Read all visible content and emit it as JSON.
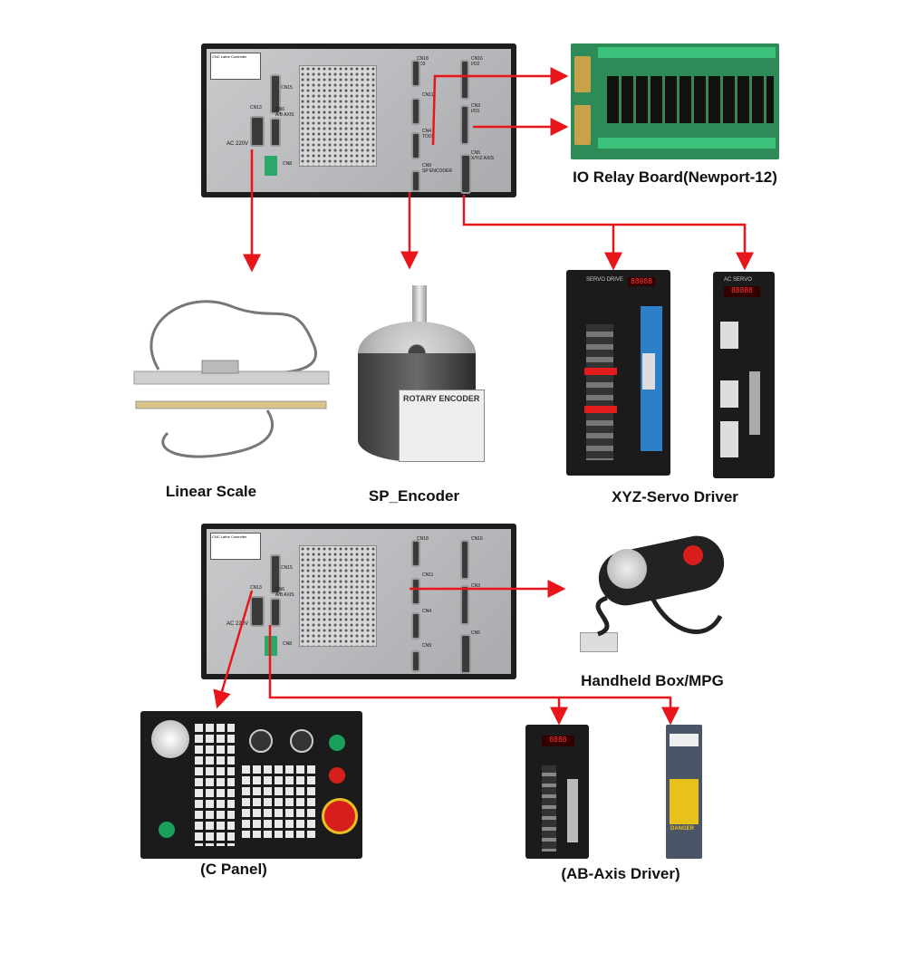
{
  "controller": {
    "title": "CNC Lathe Controller",
    "power_label": "AC 220V",
    "ports": {
      "cn15": "CN15",
      "cn13": "CN13",
      "cn6": "CN6",
      "cn6_desc": "A/B AXIS",
      "cn8": "CN8",
      "cn18": "CN18",
      "cn18_desc": "I/O3",
      "cn16": "CN16",
      "cn16_desc": "I/O2",
      "cn11": "CN11",
      "cn3": "CN3",
      "cn3_desc": "I/O1",
      "cn4": "CN4",
      "cn4_desc": "TOOL",
      "cn9": "CN9",
      "cn9_desc": "SP ENCODER",
      "cn5": "CN5",
      "cn5_desc": "X/Y/Z AXIS"
    }
  },
  "devices": {
    "relay_board": "IO Relay Board(Newport-12)",
    "linear_scale": "Linear Scale",
    "encoder": "SP_Encoder",
    "encoder_sticker": "ROTARY ENCODER",
    "servo": "XYZ-Servo Driver",
    "servo_a_brand": "SERVO DRIVE",
    "servo_b_brand": "AC SERVO",
    "mpg": "Handheld Box/MPG",
    "c_panel": "(C Panel)",
    "ab_driver": "(AB-Axis Driver)",
    "danger": "DANGER"
  },
  "colors": {
    "arrow": "#e8161b",
    "panel": "#1d1d1d"
  }
}
